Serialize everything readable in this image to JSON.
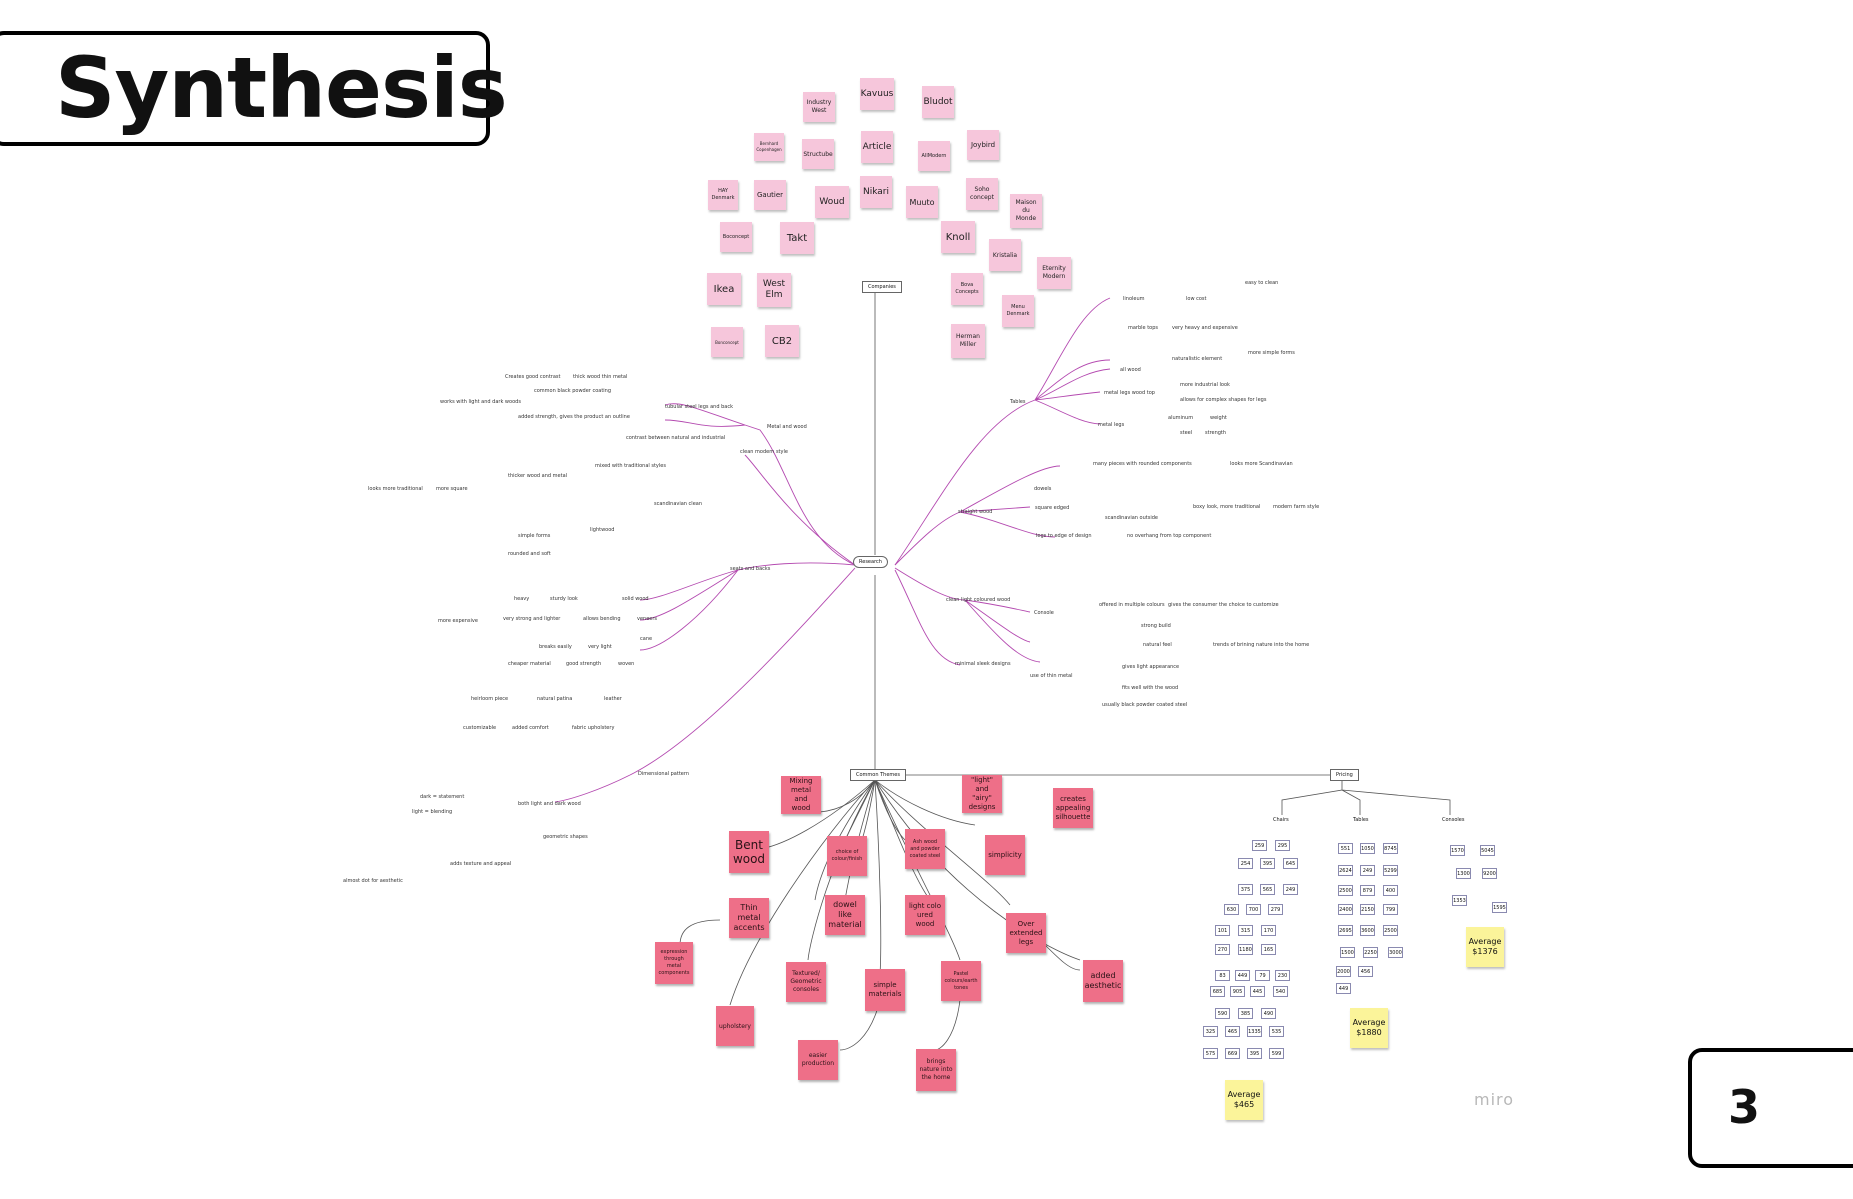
{
  "title": "Synthesis",
  "page_number": "3",
  "brand_watermark": "miro",
  "hub_labels": {
    "companies": "Companies",
    "research": "Research",
    "common_themes": "Common Themes",
    "pricing": "Pricing"
  },
  "pricing_columns": {
    "chairs": "Chairs",
    "tables": "Tables",
    "consoles": "Consoles"
  },
  "companies": [
    "Industry West",
    "Kavuus",
    "Bludot",
    "Bernhard Copenhagen",
    "Structube",
    "Article",
    "AllModern",
    "Joybird",
    "HAY Denmark",
    "Gautier",
    "Woud",
    "Nikari",
    "Muuto",
    "Soho concept",
    "Maison du Monde",
    "Boconcept",
    "Takt",
    "Knoll",
    "Kristalia",
    "Eternity Modern",
    "Ikea",
    "West Elm",
    "Bova Concepts",
    "Menu Denmark",
    "Bonconcept",
    "CB2",
    "Herman Miller"
  ],
  "left_branches": [
    "Creates good contrast",
    "thick wood thin metal",
    "common black powder coating",
    "works with light and dark woods",
    "tubular steel legs and back",
    "added strength, gives the product an outline",
    "Metal and wood",
    "contrast between natural and industrial",
    "clean modern style",
    "looks more traditional",
    "more square",
    "thicker wood and metal",
    "mixed with traditional styles",
    "scandinavian clean",
    "simple forms",
    "lightwood",
    "rounded and soft",
    "seats and backs",
    "heavy",
    "sturdy look",
    "solid wood",
    "more expensive",
    "very strong and lighter",
    "allows bending",
    "veneers",
    "cane",
    "breaks easily",
    "very light",
    "cheaper material",
    "good strength",
    "woven",
    "heirloom piece",
    "natural patina",
    "leather",
    "customizable",
    "added comfort",
    "fabric upholstery",
    "Dimensional pattern",
    "dark = statement",
    "both light and dark wood",
    "light = blending",
    "geometric shapes",
    "adds texture and appeal",
    "almost dot for aesthetic"
  ],
  "right_branches": [
    "Tables",
    "linoleum",
    "low cost",
    "easy to clean",
    "marble tops",
    "very heavy and expensive",
    "all wood",
    "naturalistic element",
    "more simple forms",
    "metal legs wood top",
    "more industrial look",
    "allows for complex shapes for legs",
    "metal legs",
    "aluminum",
    "weight",
    "steel",
    "strength",
    "straight wood",
    "dowels",
    "many pieces with rounded components",
    "looks more Scandinavian",
    "square edged",
    "scandinavian outside",
    "boxy look, more traditional",
    "modern farm style",
    "legs to edge of design",
    "no overhang from top component",
    "clean light coloured wood",
    "Console",
    "offered in multiple colours",
    "gives the consumer the choice to customize",
    "strong build",
    "natural feel",
    "trends of brining nature into the home",
    "minimal sleek designs",
    "use of thin metal",
    "gives light appearance",
    "fits well with the wood",
    "usually black powder coated steel"
  ],
  "themes": [
    "Mixing metal and wood",
    "\"light\" and \"airy\" designs",
    "creates appealing silhouette",
    "Bent wood",
    "choice of colour/finish",
    "Ash wood and powder coated steel",
    "simplicity",
    "Thin metal accents",
    "dowel like material",
    "light colo ured wood",
    "Over extended legs",
    "expression through metal components",
    "Textured/ Geometric consoles",
    "simple materials",
    "Pastel colours/earth tones",
    "added aesthetic",
    "upholstery",
    "easier production",
    "brings nature into the home"
  ],
  "prices": {
    "chairs": [
      "259",
      "295",
      "254",
      "395",
      "645",
      "375",
      "565",
      "249",
      "630",
      "700",
      "279",
      "101",
      "315",
      "170",
      "270",
      "1180",
      "165",
      "83",
      "449",
      "79",
      "230",
      "685",
      "905",
      "445",
      "540",
      "590",
      "385",
      "490",
      "325",
      "465",
      "1335",
      "535",
      "575",
      "669",
      "395",
      "599"
    ],
    "tables": [
      "551",
      "1050",
      "8745",
      "2624",
      "249",
      "5299",
      "2500",
      "879",
      "400",
      "2400",
      "2150",
      "799",
      "2695",
      "3600",
      "2500",
      "1500",
      "2250",
      "3000",
      "2000",
      "456",
      "449"
    ],
    "consoles": [
      "1570",
      "5045",
      "1300",
      "9200",
      "1353",
      "1595"
    ]
  },
  "averages": {
    "chairs": "Average $465",
    "tables": "Average $1880",
    "consoles": "Average $1376"
  },
  "colors": {
    "company_sticky": "#f6c6db",
    "theme_sticky": "#ee6f88",
    "average_sticky": "#fbf49a",
    "branch_line": "#b44ab0"
  }
}
